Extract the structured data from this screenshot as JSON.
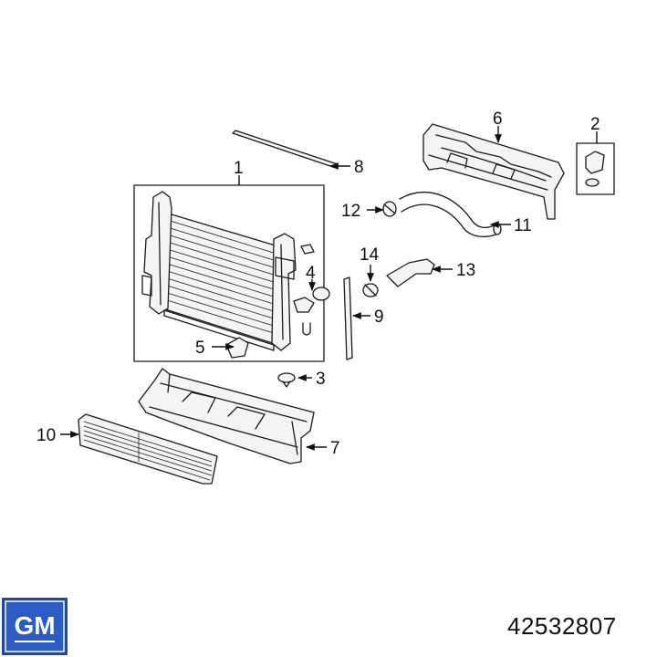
{
  "callouts": [
    {
      "id": "1",
      "label": "1"
    },
    {
      "id": "2",
      "label": "2"
    },
    {
      "id": "3",
      "label": "3"
    },
    {
      "id": "4",
      "label": "4"
    },
    {
      "id": "5",
      "label": "5"
    },
    {
      "id": "6",
      "label": "6"
    },
    {
      "id": "7",
      "label": "7"
    },
    {
      "id": "8",
      "label": "8"
    },
    {
      "id": "9",
      "label": "9"
    },
    {
      "id": "10",
      "label": "10"
    },
    {
      "id": "11",
      "label": "11"
    },
    {
      "id": "12",
      "label": "12"
    },
    {
      "id": "13",
      "label": "13"
    },
    {
      "id": "14",
      "label": "14"
    }
  ],
  "brand": {
    "logo_text": "GM",
    "logo_color": "#1e4aa0",
    "logo_inner": "#2a5cc4"
  },
  "part_number": "42532807"
}
